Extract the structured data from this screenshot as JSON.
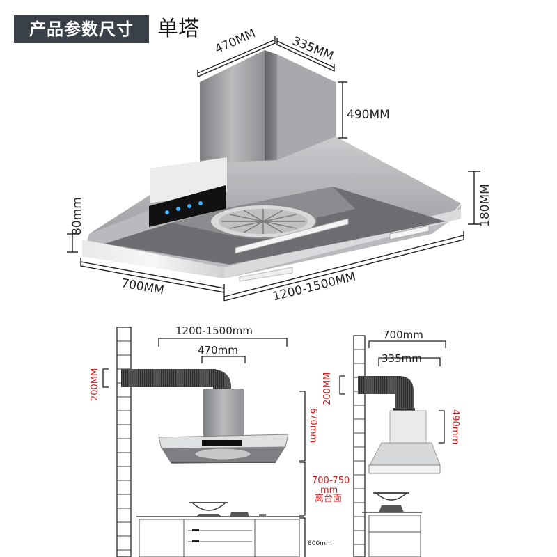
{
  "header": {
    "badge": "产品参数尺寸",
    "subtitle": "单塔"
  },
  "top_diagram": {
    "chimney_width": "470MM",
    "chimney_depth": "335MM",
    "chimney_height": "490MM",
    "hood_height_right": "180MM",
    "hood_height_left": "80mm",
    "hood_depth": "700MM",
    "hood_width": "1200-1500MM"
  },
  "front_diagram": {
    "total_width": "1200-1500mm",
    "chimney_width": "470mm",
    "duct_height": "200MM",
    "chimney_height": "670mm",
    "above_counter_line1": "700-750",
    "above_counter_line2": "mm",
    "above_counter_line3": "离台面",
    "counter_height": "800mm"
  },
  "side_diagram": {
    "hood_depth": "700mm",
    "chimney_depth": "335mm",
    "duct_height": "200MM",
    "chimney_height": "490mm"
  }
}
